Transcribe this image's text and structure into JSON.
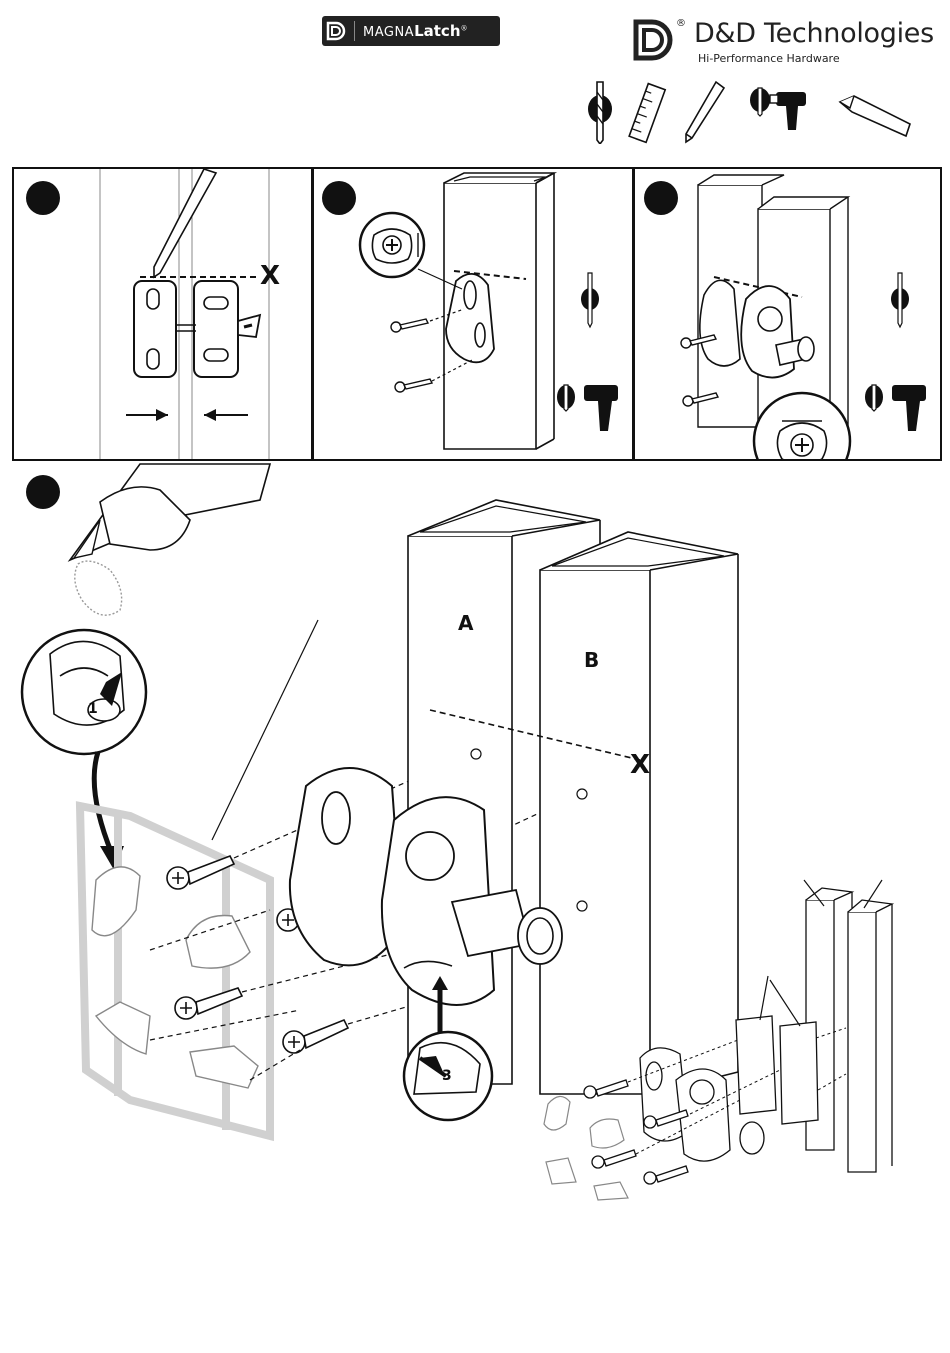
{
  "header": {
    "product_logo": {
      "prefix": "MAGNA",
      "name": "Latch",
      "trademark": "®"
    },
    "company": {
      "name": "D&D Technologies",
      "registered_mark": "®",
      "tagline": "Hi-Performance Hardware"
    },
    "tool_icons": [
      "drill-bit-icon",
      "tape-measure-icon",
      "pencil-icon",
      "power-drill-icon",
      "utility-knife-icon"
    ]
  },
  "steps": [
    {
      "id": 1,
      "icons": []
    },
    {
      "id": 2,
      "icons": [
        "drill-bit-icon",
        "power-drill-icon"
      ]
    },
    {
      "id": 3,
      "icons": [
        "drill-bit-icon",
        "power-drill-icon"
      ]
    },
    {
      "id": 4,
      "icons": [
        "utility-knife-icon"
      ]
    }
  ],
  "markers": {
    "height_mark": "X",
    "post_a": "A",
    "post_b": "B",
    "detail_1": "1",
    "detail_3": "3"
  },
  "colors": {
    "ink": "#111111",
    "panel_gray": "#d0d0d0",
    "badge_bg": "#222222"
  }
}
